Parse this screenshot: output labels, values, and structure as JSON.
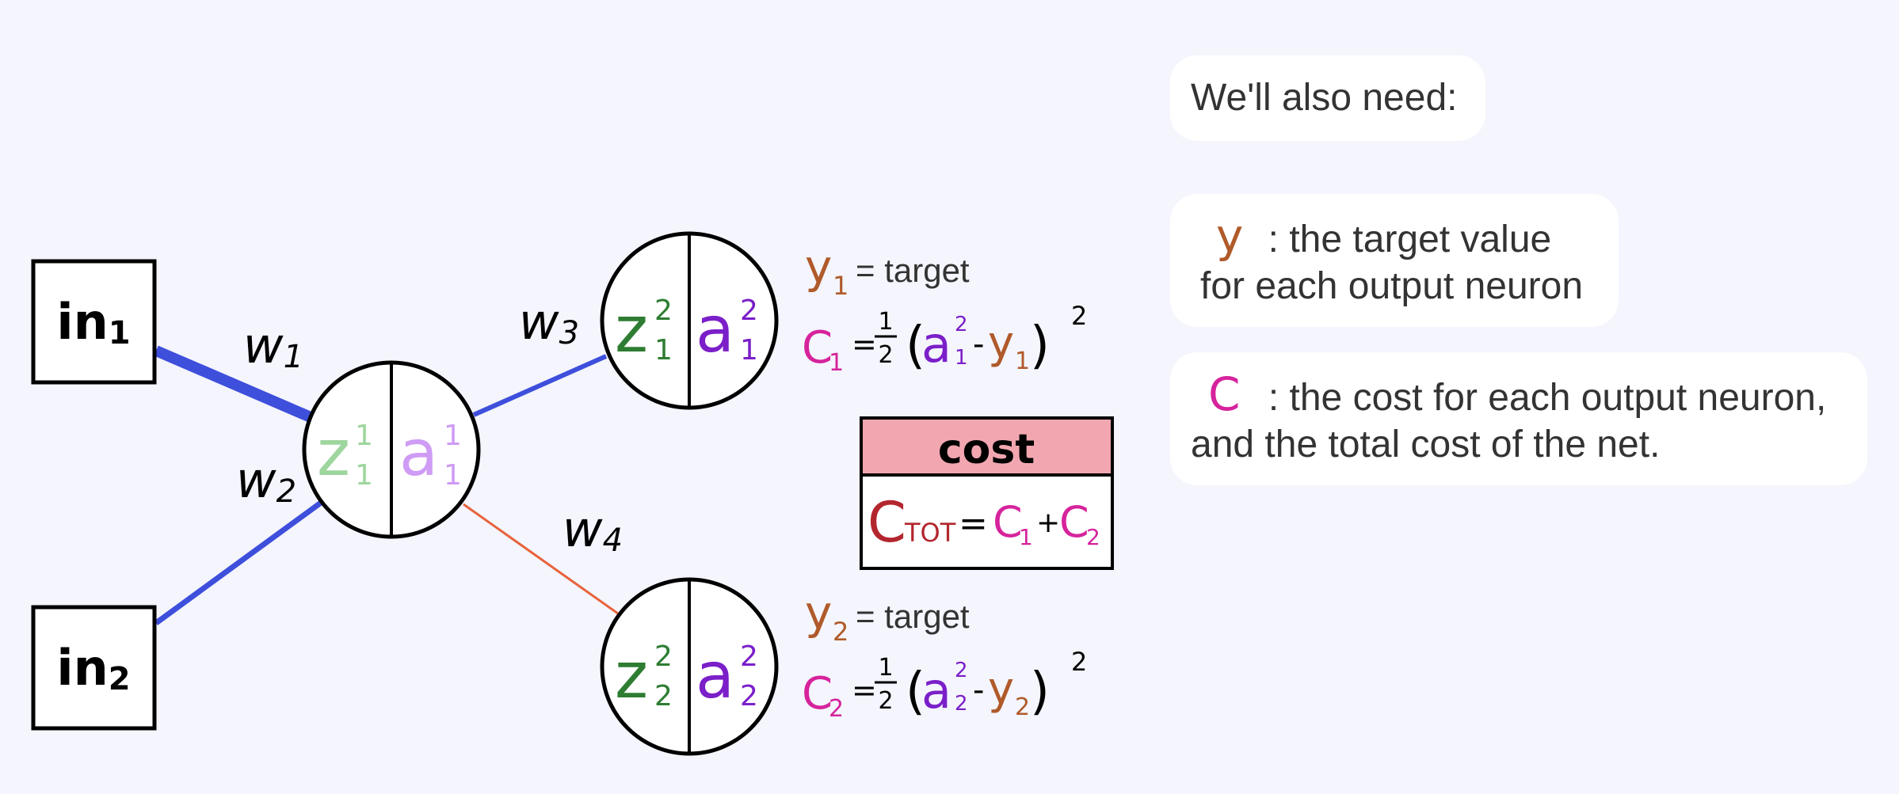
{
  "colors": {
    "background": "#f4f5fd",
    "edge_blue": "#3e4fdc",
    "edge_orange": "#e8633d",
    "green_dark": "#2e7d32",
    "green_light": "#9ed69e",
    "purple_dark": "#7b1fc9",
    "purple_light": "#cf9cf5",
    "target_brown": "#b05a2a",
    "cost_magenta": "#d6239c",
    "cost_header_fill": "#f2a7b0",
    "ctot_red": "#b3262e"
  },
  "inputs": [
    {
      "label": "in",
      "subscript": "1"
    },
    {
      "label": "in",
      "subscript": "2"
    }
  ],
  "weights": [
    {
      "label": "w",
      "subscript": "1"
    },
    {
      "label": "w",
      "subscript": "2"
    },
    {
      "label": "w",
      "subscript": "3"
    },
    {
      "label": "w",
      "subscript": "4"
    }
  ],
  "hidden_neuron": {
    "z": "z",
    "a": "a",
    "sup": "1",
    "sub": "1"
  },
  "output_neurons": [
    {
      "z": "z",
      "a": "a",
      "sup": "2",
      "sub": "1"
    },
    {
      "z": "z",
      "a": "a",
      "sup": "2",
      "sub": "2"
    }
  ],
  "output_equations": [
    {
      "y": "y",
      "sub": "1",
      "eq_target": "= target",
      "c": "C",
      "half_num": "1",
      "half_den": "2",
      "a": "a",
      "a_sup": "2",
      "minus": "-",
      "exponent": "2"
    },
    {
      "y": "y",
      "sub": "2",
      "eq_target": "= target",
      "c": "C",
      "half_num": "1",
      "half_den": "2",
      "a": "a",
      "a_sup": "2",
      "minus": "-",
      "exponent": "2"
    }
  ],
  "cost_box": {
    "header": "cost",
    "ctot": "C",
    "ctot_sub": "TOT",
    "equals": "=",
    "c1": "C",
    "c1_sub": "1",
    "plus": "+",
    "c2": "C",
    "c2_sub": "2"
  },
  "notes": {
    "intro": "We'll also need:",
    "y_symbol": "y",
    "y_text_line1": ": the target value",
    "y_text_line2": "for each output neuron",
    "c_symbol": "C",
    "c_text_line1": ": the cost for each output neuron,",
    "c_text_line2": "and the total cost of the net."
  }
}
